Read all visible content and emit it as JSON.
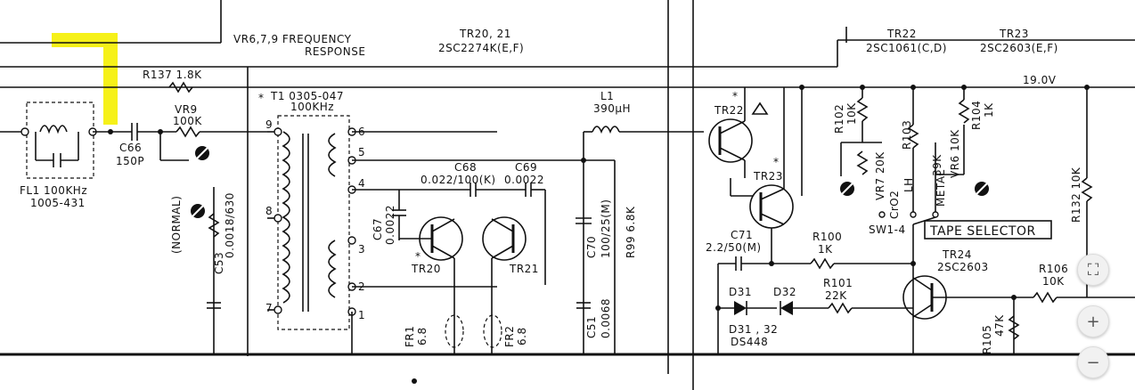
{
  "labels": {
    "vr679": "VR6,7,9  FREQUENCY",
    "vr679b": "RESPONSE",
    "tr2021": "TR20, 21",
    "tr2021_part": "2SC2274K(E,F)",
    "tr22": "TR22",
    "tr22_part": "2SC1061(C,D)",
    "tr23": "TR23",
    "tr23_part": "2SC2603(E,F)",
    "r137": "R137  1.8K",
    "t1": "T1  0305-047",
    "t1_freq": "100KHz",
    "vr9": "VR9",
    "vr9_val": "100K",
    "c66": "C66",
    "c66_val": "150P",
    "fl1": "FL1  100KHz",
    "fl1_part": "1005-431",
    "normal": "(NORMAL)",
    "c53": "C53",
    "c53_val": "0.0018/630",
    "c68": "C68",
    "c68_val": "0.022/100(K)",
    "c69": "C69",
    "c69_val": "0.0022",
    "c67": "C67",
    "c67_val": "0.0022",
    "tr20": "TR20",
    "tr21": "TR21",
    "l1": "L1",
    "l1_val": "390μH",
    "c70": "C70",
    "c70_val": "100/25(M)",
    "r99": "R99  6.8K",
    "c51": "C51",
    "c51_val": "0.0068",
    "fr1": "FR1",
    "fr1_val": "6.8",
    "fr2": "FR2",
    "fr2_val": "6.8",
    "tr22_mark": "TR22",
    "tr23_mark": "TR23",
    "c71": "C71",
    "c71_val": "2.2/50(M)",
    "r100": "R100",
    "r100_val": "1K",
    "r101": "R101",
    "r101_val": "22K",
    "d31": "D31",
    "d32": "D32",
    "d3132": "D31 , 32",
    "ds448": "DS448",
    "r102": "R102",
    "r102_val": "10K",
    "vr7": "VR7  20K",
    "r103": "R103",
    "r103_val": "39K",
    "r104": "R104",
    "r104_val": "1K",
    "vr6": "VR6  10K",
    "metal": "METAL",
    "cro2": "CrO2",
    "lh": "LH",
    "sw1": "SW1-4",
    "tape_selector": "TAPE SELECTOR",
    "tr24": "TR24",
    "tr24_part": "2SC2603",
    "r106": "R106",
    "r106_val": "10K",
    "r105": "R105",
    "r105_val": "47K",
    "r132": "R132  10K",
    "v19": "19.0V",
    "pin1": "1",
    "pin2": "2",
    "pin3": "3",
    "pin4": "4",
    "pin5": "5",
    "pin6": "6",
    "pin7": "7",
    "pin8": "8",
    "pin9": "9"
  },
  "controls": {
    "fit": "⛶",
    "zoom_in": "+",
    "zoom_out": "−"
  },
  "colors": {
    "highlight": "#f5ef00",
    "ink": "#111111"
  }
}
